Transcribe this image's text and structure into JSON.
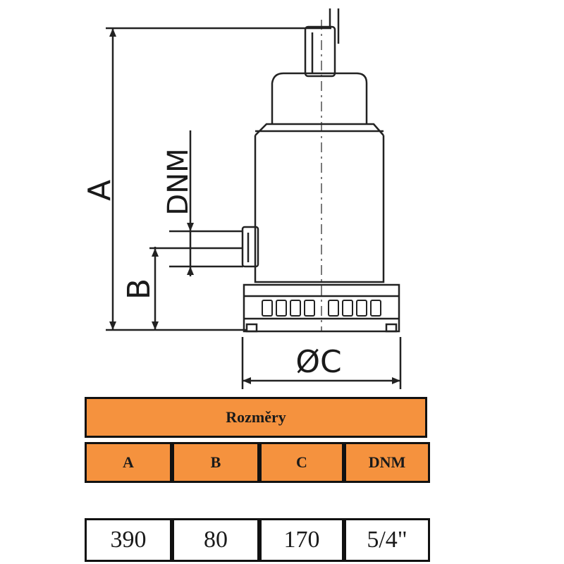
{
  "diagram": {
    "dimension_labels": {
      "a": "A",
      "b": "B",
      "dnm": "DNM",
      "c": "ØC"
    }
  },
  "table": {
    "title": "Rozměry",
    "headers": [
      "A",
      "B",
      "C",
      "DNM"
    ],
    "values": [
      "390",
      "80",
      "170",
      "5/4\""
    ]
  },
  "colors": {
    "header_fill": "#f5923e",
    "line": "#111111"
  }
}
